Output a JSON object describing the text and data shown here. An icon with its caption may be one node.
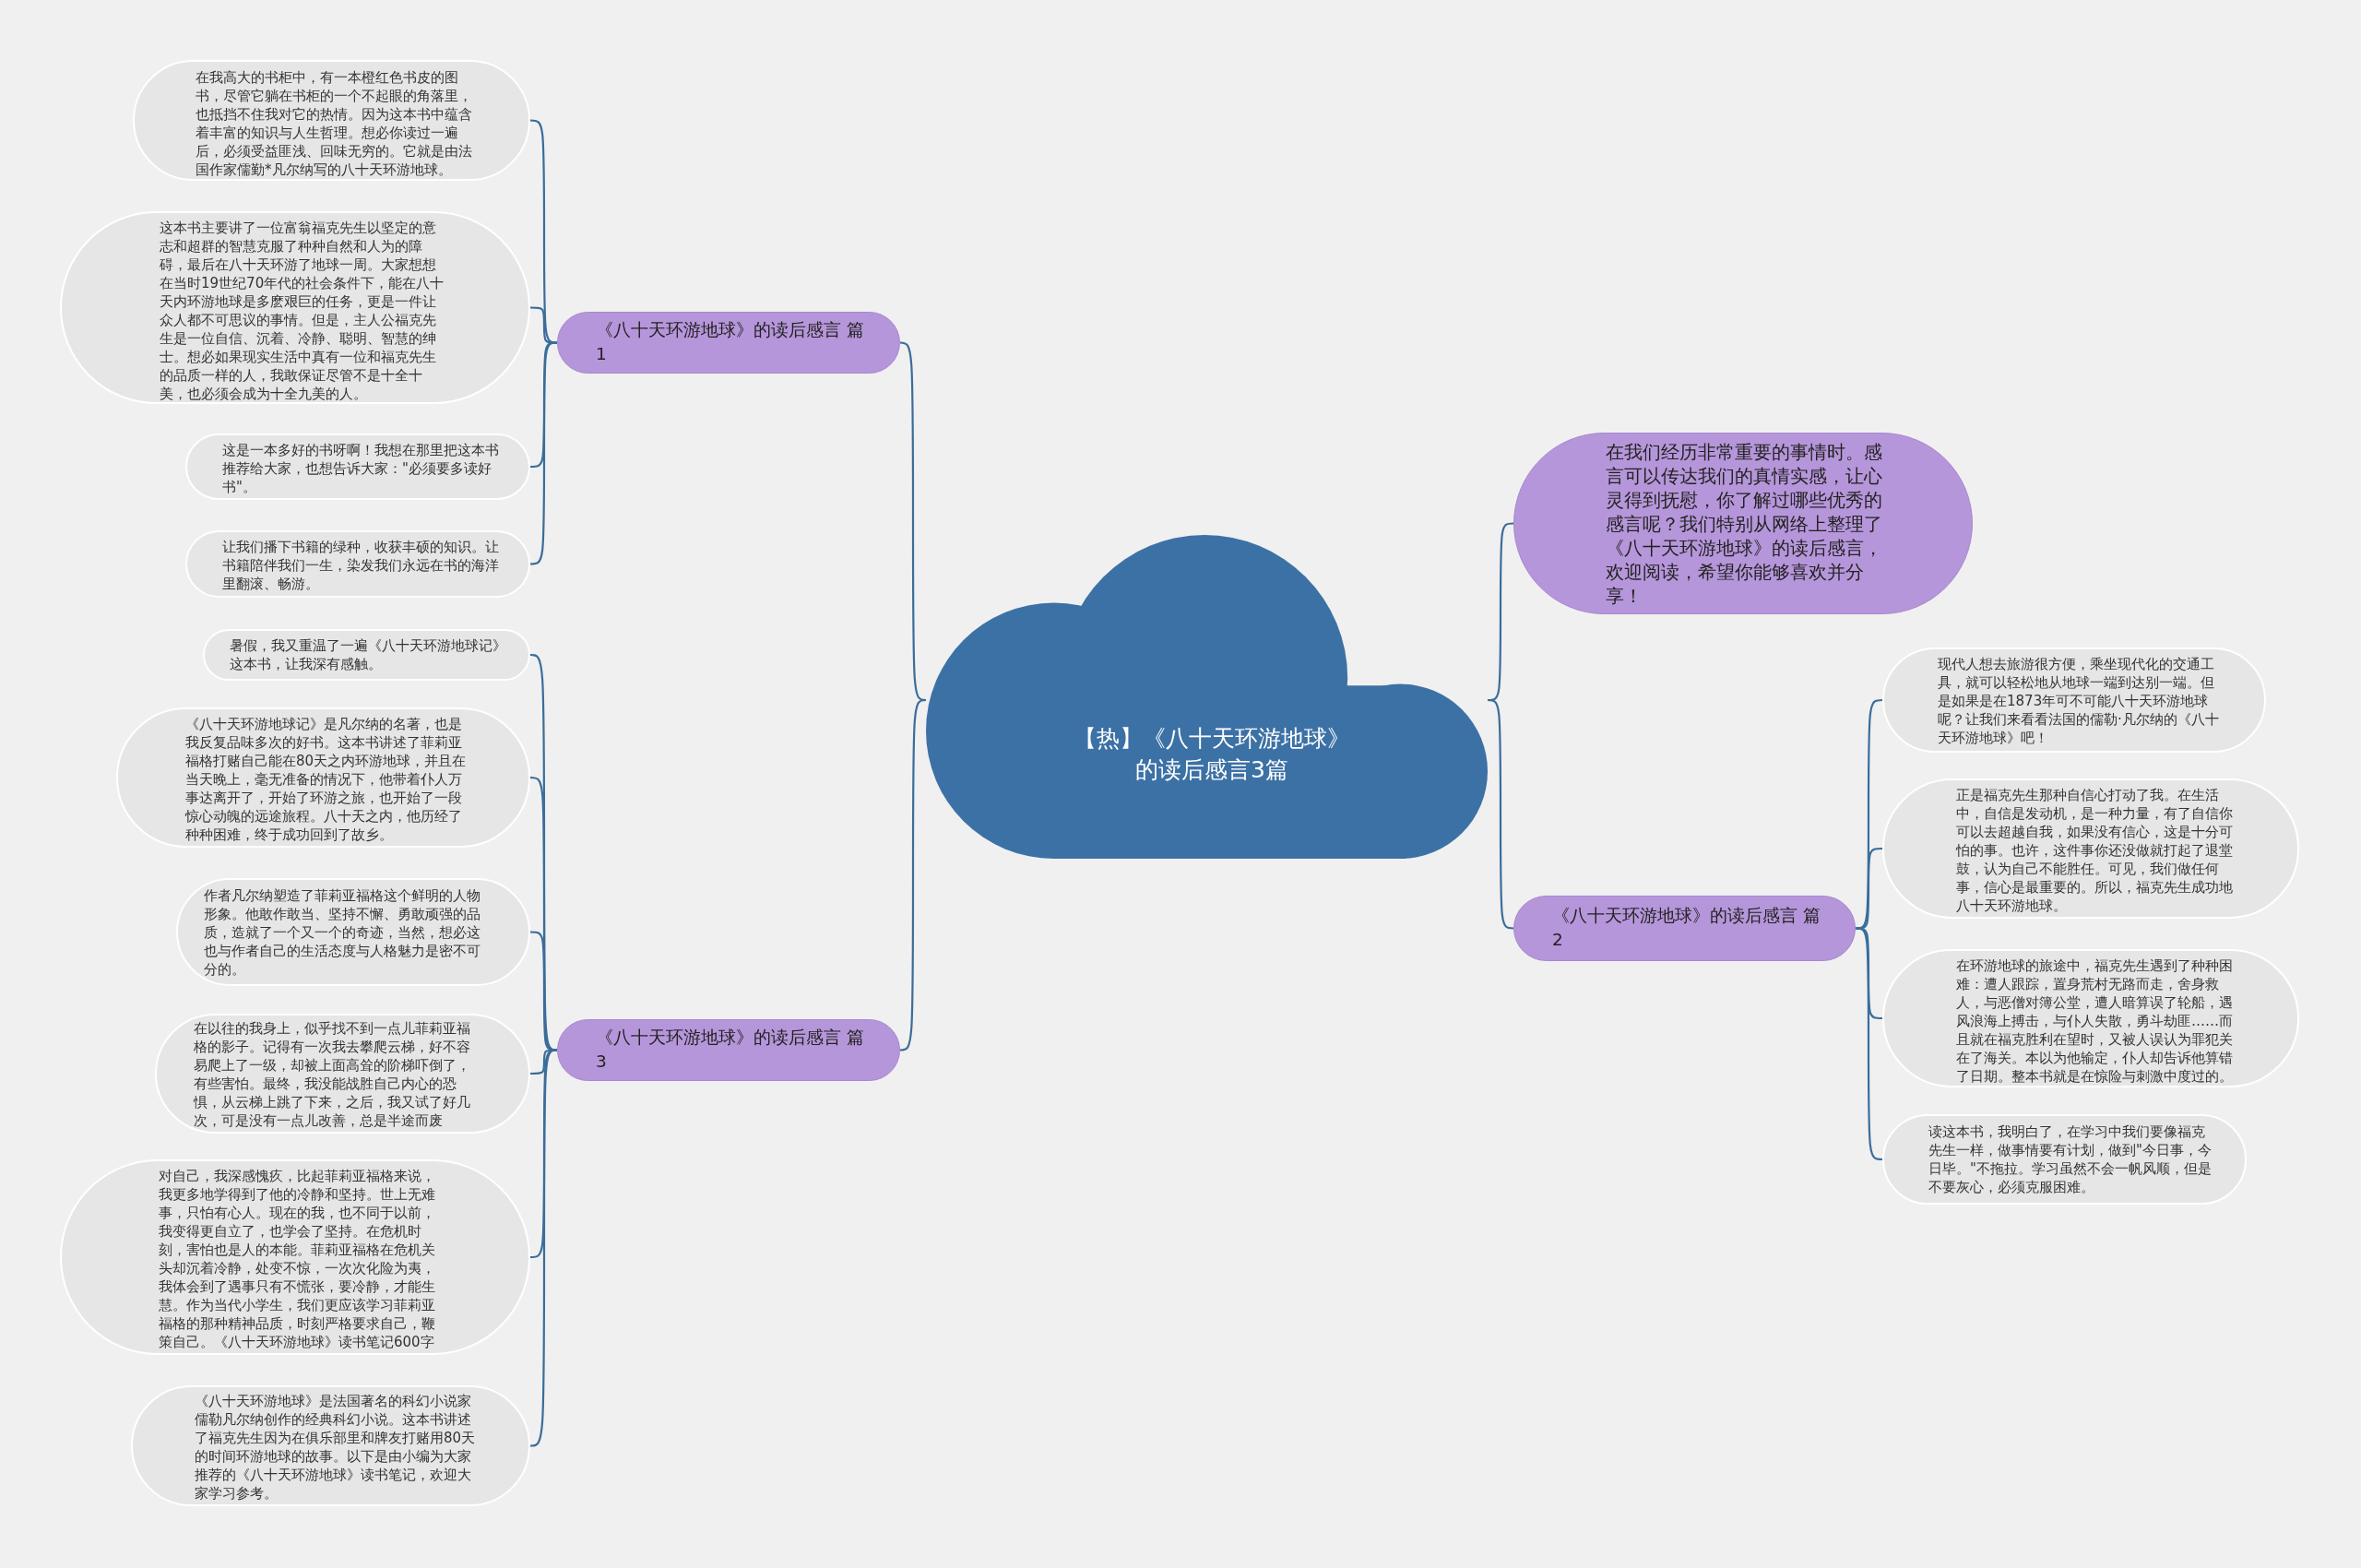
{
  "diagram": {
    "nodes": [
      {
        "text": [
          "【热】《八十天环游地球》的读后感言3篇"
        ]
      },
      {
        "text": [
          "《八十天环游地球》的读后感言 篇1"
        ]
      },
      {
        "text": [
          "《八十天环游地球》的读后感言 篇3"
        ]
      },
      {
        "text": [
          "在我们经历非常重要的事情时。感言可以传达我们的真情实感，让心灵得到抚慰，你了解过哪些优秀的感言呢？我们特别从网络上整理了《八十天环游地球》的读后感言，欢迎阅读，希望你能够喜欢并分享！"
        ]
      },
      {
        "text": [
          "《八十天环游地球》的读后感言 篇2"
        ]
      },
      {
        "text": [
          "在我高大的书柜中，有一本橙红色书皮的图书，尽管它躺在书柜的一个不起眼的角落里，也抵挡不住我对它的热情。因为这本书中蕴含着丰富的知识与人生哲理。想必你读过一遍后，必须受益匪浅、回味无穷的。它就是由法国作家儒勤*凡尔纳写的八十天环游地球。"
        ]
      },
      {
        "text": [
          "这本书主要讲了一位富翁福克先生以坚定的意志和超群的智慧克服了种种自然和人为的障碍，最后在八十天环游了地球一周。大家想想在当时19世纪70年代的社会条件下，能在八十天内环游地球是多麽艰巨的任务，更是一件让众人都不可思议的事情。但是，主人公福克先生是一位自信、沉着、冷静、聪明、智慧的绅士。想必如果现实生活中真有一位和福克先生的品质一样的人，我敢保证尽管不是十全十美，也必须会成为十全九美的人。"
        ]
      },
      {
        "text": [
          "这是一本多好的书呀啊！我想在那里把这本书推荐给大家，也想告诉大家：\"必须要多读好书\"。"
        ]
      },
      {
        "text": [
          "让我们播下书籍的绿种，收获丰硕的知识。让书籍陪伴我们一生，染发我们永远在书的海洋里翻滚、畅游。"
        ]
      },
      {
        "text": [
          "暑假，我又重温了一遍《八十天环游地球记》这本书，让我深有感触。"
        ]
      },
      {
        "text": [
          "《八十天环游地球记》是凡尔纳的名著，也是我反复品味多次的好书。这本书讲述了菲莉亚福格打赌自己能在80天之内环游地球，并且在当天晚上，毫无准备的情况下，他带着仆人万事达离开了，开始了环游之旅，也开始了一段惊心动魄的远途旅程。八十天之内，他历经了种种困难，终于成功回到了故乡。"
        ]
      },
      {
        "text": [
          "作者凡尔纳塑造了菲莉亚福格这个鲜明的人物形象。他敢作敢当、坚持不懈、勇敢顽强的品质，造就了一个又一个的奇迹，当然，想必这也与作者自己的生活态度与人格魅力是密不可分的。"
        ]
      },
      {
        "text": [
          "在以往的我身上，似乎找不到一点儿菲莉亚福格的影子。记得有一次我去攀爬云梯，好不容易爬上了一级，却被上面高耸的阶梯吓倒了，有些害怕。最终，我没能战胜自己内心的恐惧，从云梯上跳了下来，之后，我又试了好几次，可是没有一点儿改善，总是半途而废"
        ]
      },
      {
        "text": [
          "对自己，我深感愧疚，比起菲莉亚福格来说，我更多地学得到了他的冷静和坚持。世上无难事，只怕有心人。现在的我，也不同于以前，我变得更自立了，也学会了坚持。在危机时刻，害怕也是人的本能。菲莉亚福格在危机关头却沉着冷静，处变不惊，一次次化险为夷，我体会到了遇事只有不慌张，要冷静，才能生慧。作为当代小学生，我们更应该学习菲莉亚福格的那种精神品质，时刻严格要求自己，鞭策自己。《八十天环游地球》读书笔记600字"
        ]
      },
      {
        "text": [
          "《八十天环游地球》是法国著名的科幻小说家儒勒凡尔纳创作的经典科幻小说。这本书讲述了福克先生因为在俱乐部里和牌友打赌用80天的时间环游地球的故事。以下是由小编为大家推荐的《八十天环游地球》读书笔记，欢迎大家学习参考。"
        ]
      },
      {
        "text": [
          "现代人想去旅游很方便，乘坐现代化的交通工具，就可以轻松地从地球一端到达别一端。但是如果是在1873年可不可能八十天环游地球呢？让我们来看看法国的儒勒·凡尔纳的《八十天环游地球》吧！"
        ]
      },
      {
        "text": [
          "正是福克先生那种自信心打动了我。在生活中，自信是发动机，是一种力量，有了自信你可以去超越自我，如果没有信心，这是十分可怕的事。也许，这件事你还没做就打起了退堂鼓，认为自己不能胜任。可见，我们做任何事，信心是最重要的。所以，福克先生成功地八十天环游地球。"
        ]
      },
      {
        "text": [
          "在环游地球的旅途中，福克先生遇到了种种困难：遭人跟踪，置身荒村无路而走，舍身救人，与恶僧对簿公堂，遭人暗算误了轮船，遇风浪海上搏击，与仆人失散，勇斗劫匪……而且就在福克胜利在望时，又被人误认为罪犯关在了海关。本以为他输定，仆人却告诉他算错了日期。整本书就是在惊险与刺激中度过的。"
        ]
      },
      {
        "text": [
          "读这本书，我明白了，在学习中我们要像福克先生一样，做事情要有计划，做到\"今日事，今日毕。\"不拖拉。学习虽然不会一帆风顺，但是不要灰心，必须克服困难。"
        ]
      }
    ],
    "edges": [
      {
        "from": 0,
        "to": 1,
        "arrow": "none"
      },
      {
        "from": 0,
        "to": 2,
        "arrow": "none"
      },
      {
        "from": 0,
        "to": 3,
        "arrow": "none"
      },
      {
        "from": 0,
        "to": 4,
        "arrow": "none"
      },
      {
        "from": 1,
        "to": 5,
        "arrow": "none"
      },
      {
        "from": 1,
        "to": 6,
        "arrow": "none"
      },
      {
        "from": 1,
        "to": 7,
        "arrow": "none"
      },
      {
        "from": 1,
        "to": 8,
        "arrow": "none"
      },
      {
        "from": 2,
        "to": 9,
        "arrow": "none"
      },
      {
        "from": 2,
        "to": 10,
        "arrow": "none"
      },
      {
        "from": 2,
        "to": 11,
        "arrow": "none"
      },
      {
        "from": 2,
        "to": 12,
        "arrow": "none"
      },
      {
        "from": 2,
        "to": 13,
        "arrow": "none"
      },
      {
        "from": 2,
        "to": 14,
        "arrow": "none"
      },
      {
        "from": 4,
        "to": 15,
        "arrow": "none"
      },
      {
        "from": 4,
        "to": 16,
        "arrow": "none"
      },
      {
        "from": 4,
        "to": 17,
        "arrow": "none"
      },
      {
        "from": 4,
        "to": 18,
        "arrow": "none"
      }
    ]
  }
}
